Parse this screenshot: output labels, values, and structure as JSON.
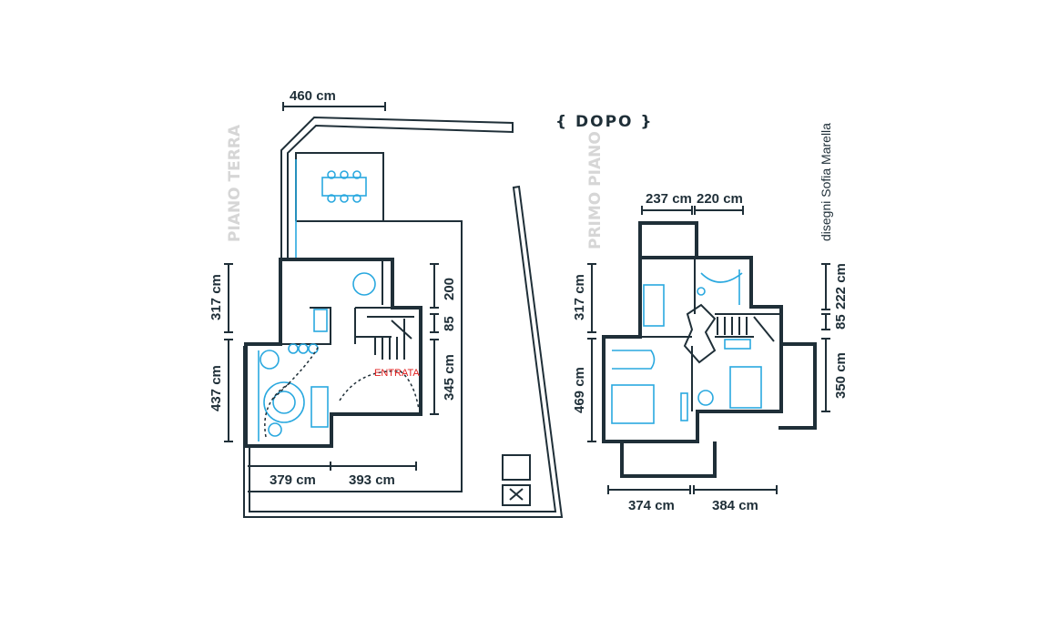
{
  "header": {
    "title": "{ DOPO }",
    "credit": "disegni Sofia Marella"
  },
  "ground_floor": {
    "label": "PIANO TERRA",
    "entrance_label": "ENTRATA",
    "dims": {
      "top": "460 cm",
      "left_upper": "317 cm",
      "left_lower": "437 cm",
      "right_upper": "200",
      "right_mid": "85",
      "right_lower": "345 cm",
      "bottom_left": "379 cm",
      "bottom_right": "393 cm"
    }
  },
  "first_floor": {
    "label": "PRIMO PIANO",
    "dims": {
      "top_left": "237 cm",
      "top_right": "220 cm",
      "left_upper": "317 cm",
      "left_lower": "469 cm",
      "right_upper": "222 cm",
      "right_mid": "85",
      "right_lower": "350 cm",
      "bottom_left": "374 cm",
      "bottom_right": "384 cm"
    }
  },
  "colors": {
    "wall": "#1f2f38",
    "furniture": "#29a8df",
    "entrance": "#e02020",
    "floor_label": "#d6d6d6"
  }
}
